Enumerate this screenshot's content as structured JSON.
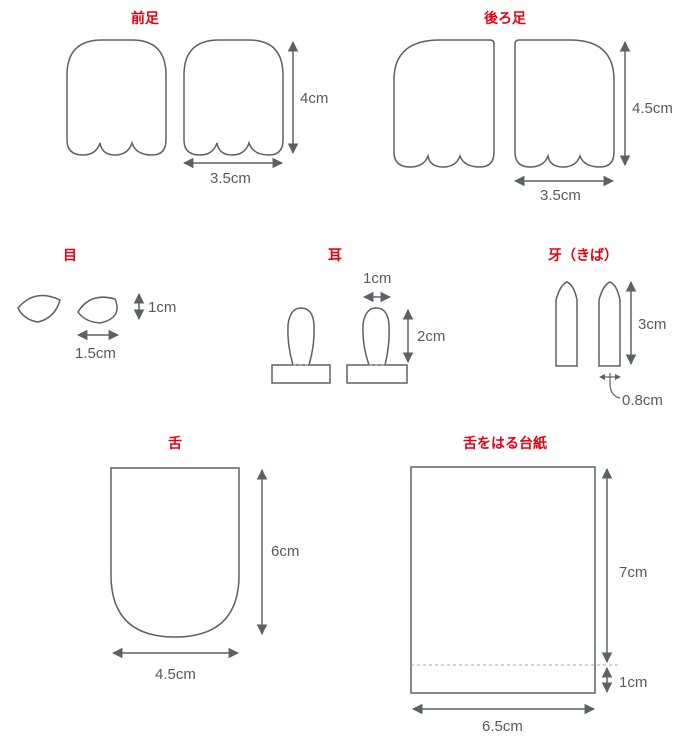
{
  "colors": {
    "title": "#e60012",
    "outline": "#5a6266",
    "dimension": "#5a6266",
    "fold_line": "#aaaaaa",
    "background": "#ffffff"
  },
  "sections": {
    "front_legs": {
      "title": "前足",
      "width_label": "3.5cm",
      "height_label": "4cm",
      "piece_count": 2
    },
    "back_legs": {
      "title": "後ろ足",
      "width_label": "3.5cm",
      "height_label": "4.5cm",
      "piece_count": 2
    },
    "eyes": {
      "title": "目",
      "width_label": "1.5cm",
      "height_label": "1cm",
      "piece_count": 2
    },
    "ears": {
      "title": "耳",
      "width_label": "1cm",
      "height_label": "2cm",
      "piece_count": 2
    },
    "fangs": {
      "title": "牙（きば）",
      "width_label": "0.8cm",
      "height_label": "3cm",
      "piece_count": 2
    },
    "tongue": {
      "title": "舌",
      "width_label": "4.5cm",
      "height_label": "6cm",
      "piece_count": 1
    },
    "tongue_board": {
      "title": "舌をはる台紙",
      "width_label": "6.5cm",
      "height_label": "7cm",
      "fold_label": "1cm",
      "piece_count": 1
    }
  }
}
